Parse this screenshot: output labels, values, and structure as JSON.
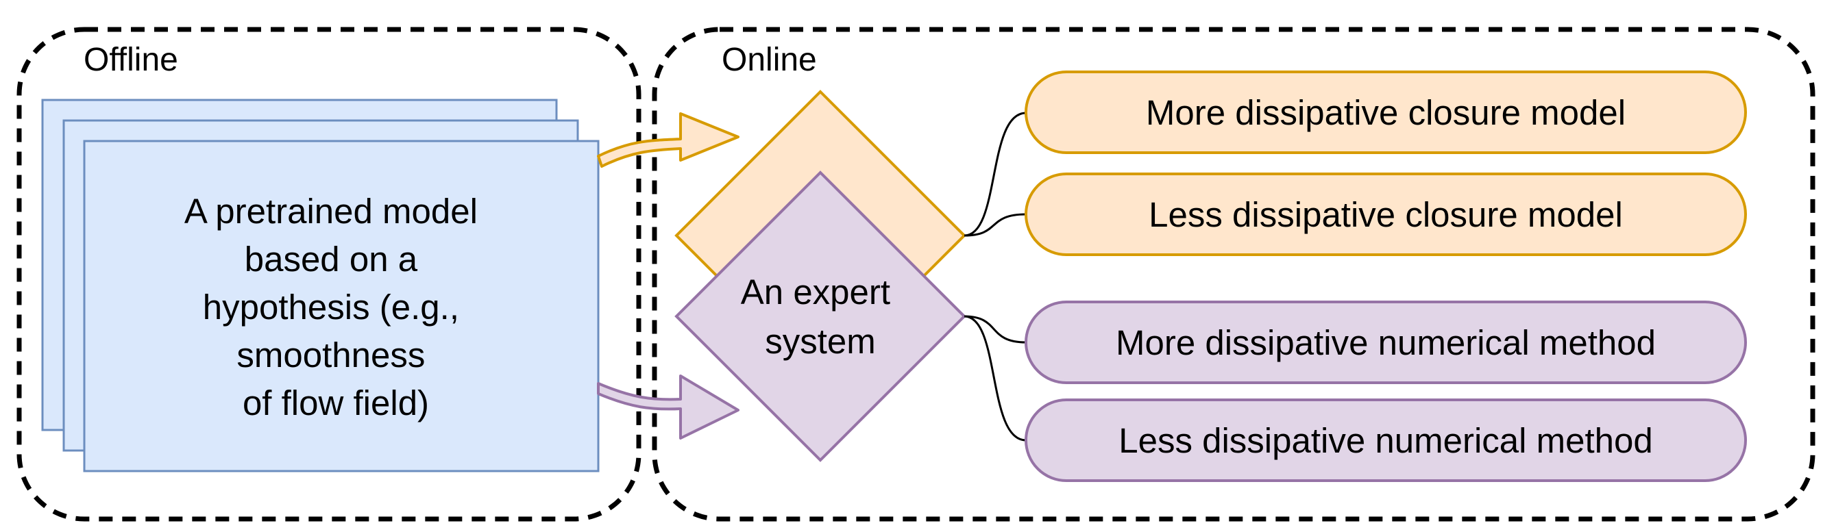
{
  "offline": {
    "label": "Offline",
    "model_lines": [
      "A pretrained model",
      "based on a",
      "hypothesis (e.g.,",
      "smoothness",
      "of flow field)"
    ]
  },
  "online": {
    "label": "Online",
    "expert_lines": [
      "An expert",
      "system"
    ]
  },
  "options": {
    "closure_more": "More dissipative closure model",
    "closure_less": "Less dissipative closure model",
    "numerical_more": "More dissipative numerical method",
    "numerical_less": "Less dissipative numerical method"
  },
  "colors": {
    "blue_fill": "#dae8fc",
    "blue_stroke": "#6c8ebf",
    "orange_fill": "#ffe6cc",
    "orange_stroke": "#d79b00",
    "purple_fill": "#e1d5e7",
    "purple_stroke": "#9673a6",
    "dashed": "#000000"
  }
}
